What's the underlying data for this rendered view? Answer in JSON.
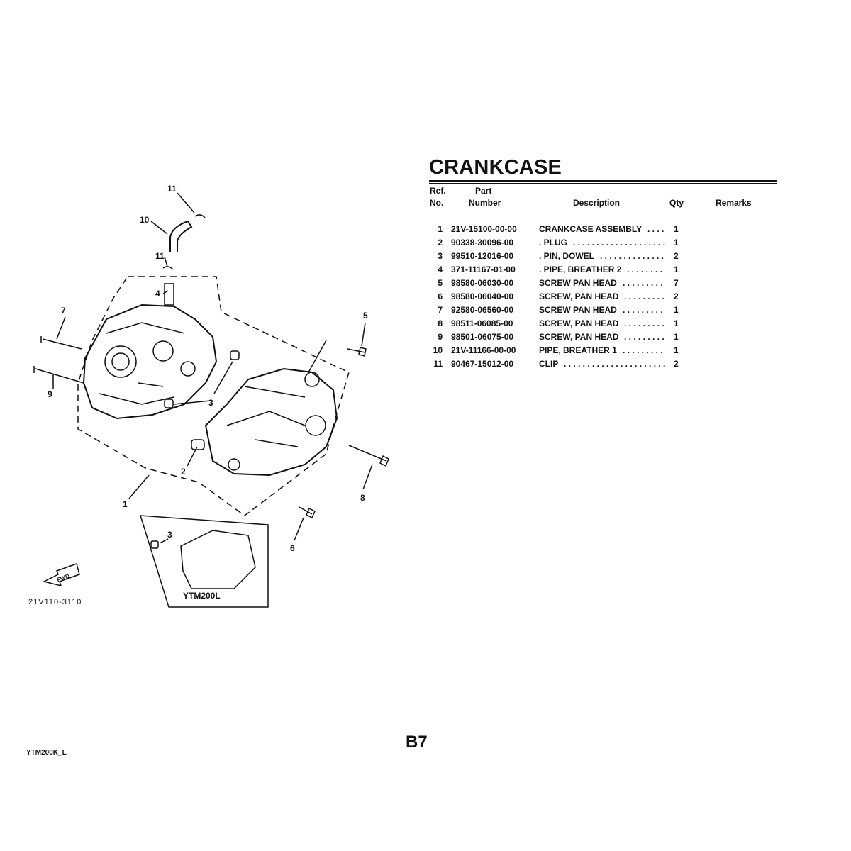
{
  "title": "CRANKCASE",
  "table": {
    "headers": {
      "ref_line1": "Ref.",
      "ref_line2": "No.",
      "part_line1": "Part",
      "part_line2": "Number",
      "description": "Description",
      "qty": "Qty",
      "remarks": "Remarks"
    },
    "rows": [
      {
        "ref": "1",
        "part": "21V-15100-00-00",
        "desc": "CRANKCASE ASSEMBLY",
        "qty": "1"
      },
      {
        "ref": "2",
        "part": "90338-30096-00",
        "desc": ". PLUG",
        "qty": "1"
      },
      {
        "ref": "3",
        "part": "99510-12016-00",
        "desc": ". PIN, DOWEL",
        "qty": "2"
      },
      {
        "ref": "4",
        "part": "371-11167-01-00",
        "desc": ". PIPE, BREATHER 2",
        "qty": "1"
      },
      {
        "ref": "5",
        "part": "98580-06030-00",
        "desc": "SCREW PAN HEAD",
        "qty": "7"
      },
      {
        "ref": "6",
        "part": "98580-06040-00",
        "desc": "SCREW, PAN HEAD",
        "qty": "2"
      },
      {
        "ref": "7",
        "part": "92580-06560-00",
        "desc": "SCREW PAN HEAD",
        "qty": "1"
      },
      {
        "ref": "8",
        "part": "98511-06085-00",
        "desc": "SCREW, PAN HEAD",
        "qty": "1"
      },
      {
        "ref": "9",
        "part": "98501-06075-00",
        "desc": "SCREW, PAN HEAD",
        "qty": "1"
      },
      {
        "ref": "10",
        "part": "21V-11166-00-00",
        "desc": "PIPE, BREATHER 1",
        "qty": "1"
      },
      {
        "ref": "11",
        "part": "90467-15012-00",
        "desc": "CLIP",
        "qty": "2"
      }
    ]
  },
  "diagram": {
    "callouts": [
      "11",
      "10",
      "11",
      "4",
      "7",
      "5",
      "3",
      "9",
      "2",
      "8",
      "1",
      "6",
      "3"
    ],
    "inset_label": "YTM200L",
    "drawing_code": "21V110-3110",
    "fwd_label": "FWD"
  },
  "page_number": "B7",
  "doc_code": "YTM200K_L"
}
